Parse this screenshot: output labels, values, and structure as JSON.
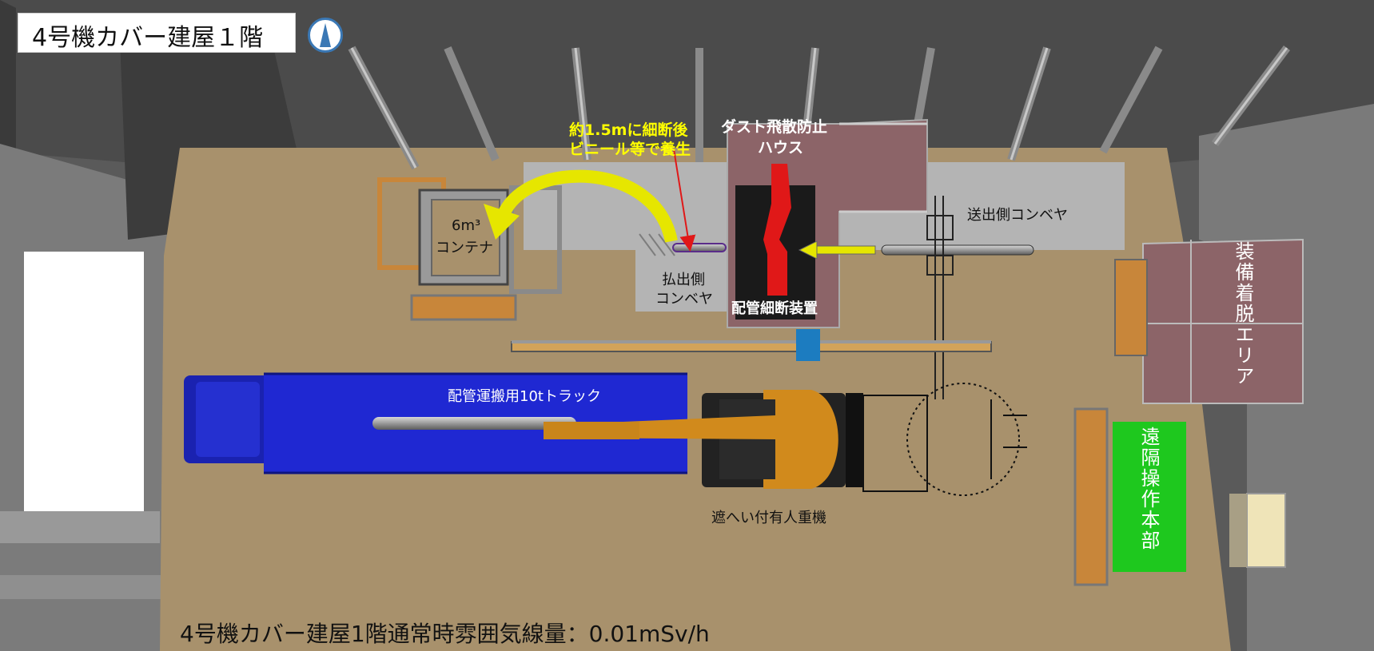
{
  "title": "4号機カバー建屋１階",
  "compass_icon": "north-arrow-icon",
  "labels": {
    "cut_note_line1": "約1.5mに細断後",
    "cut_note_line2": "ビニール等で養生",
    "dust_house_line1": "ダスト飛散防止",
    "dust_house_line2": "ハウス",
    "container_line1": "6m³",
    "container_line2": "コンテナ",
    "send_conveyor": "送出側コンベヤ",
    "out_conveyor_line1": "払出側",
    "out_conveyor_line2": "コンベヤ",
    "pipe_cutter": "配管細断装置",
    "truck": "配管運搬用10tトラック",
    "heavy_machine": "遮へい付有人重機",
    "equip_area": "装備着脱エリア",
    "remote_hq": "遠隔操作本部",
    "radiation": "4号機カバー建屋1階通常時雰囲気線量：0.01mSv/h"
  },
  "colors": {
    "floor": "#a8916c",
    "wall_dark": "#4a4a4a",
    "truck_blue": "#1f28d2",
    "cutter_red": "#e01818",
    "excavator_orange": "#d18a1c",
    "remote_green": "#1ec81e",
    "note_yellow": "#ffff00",
    "house_pink": "#8c6468"
  }
}
